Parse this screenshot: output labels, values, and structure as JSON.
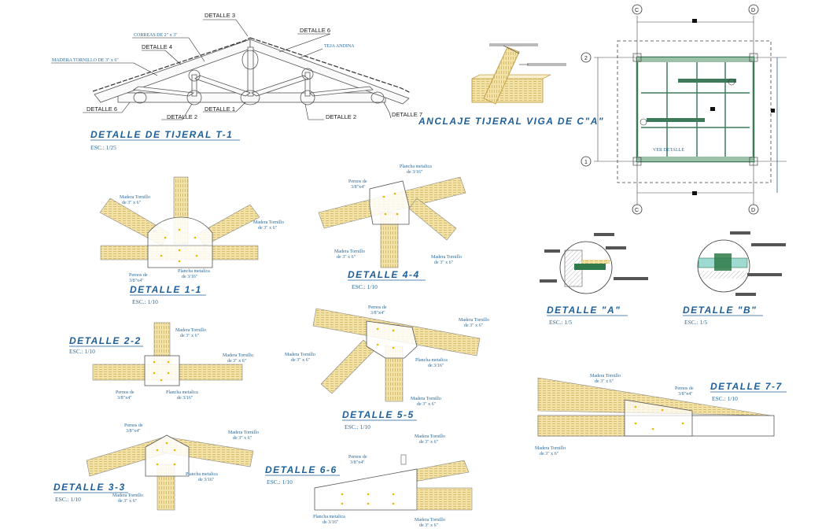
{
  "truss": {
    "labels": {
      "detalle3": "DETALLE 3",
      "correas": "CORREAS DE 2\" x 3\"",
      "detalle6_top": "DETALLE 6",
      "detalle4": "DETALLE 4",
      "teja": "TEJA ANDINA",
      "madera": "MADERA TORNILLO DE 3\" x 6\"",
      "detalle6_left": "DETALLE 6",
      "detalle2_left": "DETALLE 2",
      "detalle1": "DETALLE 1",
      "detalle2_right": "DETALLE 2",
      "detalle7": "DETALLE 7"
    },
    "title": "DETALLE DE TIJERAL T-1",
    "scale": "ESC.: 1/25"
  },
  "anclaje": {
    "title": "ANCLAJE TIJERAL VIGA DE C\"A\""
  },
  "plan": {
    "grid_top": [
      "C",
      "D"
    ],
    "grid_bottom": [
      "C",
      "D"
    ],
    "grid_left": [
      "2",
      "1"
    ],
    "ver_detalle": "VER DETALLE"
  },
  "details": {
    "d11": {
      "title": "DETALLE 1-1",
      "scale": "ESC.: 1/10",
      "madera": [
        "Madera Tornillo",
        "de 3\" x 6\""
      ],
      "madera2": [
        "Madera Tornillo",
        "de 3\" x 6\""
      ],
      "pernos": [
        "Pernos de",
        "3/8\"x4\""
      ],
      "plancha": [
        "Plancha metalica",
        "de 3/16\""
      ]
    },
    "d44": {
      "title": "DETALLE 4-4",
      "scale": "ESC.: 1/10",
      "plancha": [
        "Plancha metalica",
        "de 3/16\""
      ],
      "pernos": [
        "Pernos de",
        "3/8\"x4\""
      ],
      "madera": [
        "Madera Tornillo",
        "de 3\" x 6\""
      ],
      "madera2": [
        "Madera Tornillo",
        "de 3\" x 6\""
      ]
    },
    "d22": {
      "title": "DETALLE 2-2",
      "scale": "ESC.: 1/10",
      "madera": [
        "Madera Tornillo",
        "de 3\" x 6\""
      ],
      "madera2": [
        "Madera Tornillo",
        "de 3\" x 6\""
      ],
      "pernos": [
        "Pernos de",
        "3/8\"x4\""
      ],
      "plancha": [
        "Plancha metalica",
        "de 3/16\""
      ]
    },
    "d55": {
      "title": "DETALLE 5-5",
      "scale": "ESC.: 1/10",
      "pernos": [
        "Pernos de",
        "3/8\"x4\""
      ],
      "madera": [
        "Madera Tornillo",
        "de 3\" x 6\""
      ],
      "madera2": [
        "Madera Tornillo",
        "de 3\" x 6\""
      ],
      "plancha": [
        "Plancha metalica",
        "de 3/16\""
      ],
      "madera3": [
        "Madera Tornillo",
        "de 3\" x 6\""
      ]
    },
    "d33": {
      "title": "DETALLE 3-3",
      "scale": "ESC.: 1/10",
      "pernos": [
        "Pernos de",
        "3/8\"x4\""
      ],
      "madera": [
        "Madera Tornillo",
        "de 3\" x 6\""
      ],
      "plancha": [
        "Plancha metalica",
        "de 3/16\""
      ],
      "madera2": [
        "Madera Tornillo",
        "de 3\" x 6\""
      ]
    },
    "d66": {
      "title": "DETALLE 6-6",
      "scale": "ESC.: 1/10",
      "madera": [
        "Madera Tornillo",
        "de 3\" x 6\""
      ],
      "pernos": [
        "Pernos de",
        "3/8\"x4\""
      ],
      "plancha": [
        "Plancha metalica",
        "de 3/16\""
      ],
      "madera2": [
        "Madera Tornillo",
        "de 3\" x 6\""
      ]
    },
    "d77": {
      "title": "DETALLE 7-7",
      "scale": "ESC.: 1/10",
      "madera": [
        "Madera Tornillo",
        "de 3\" x 6\""
      ],
      "pernos": [
        "Pernos de",
        "3/8\"x4\""
      ],
      "madera2": [
        "Madera Tornillo",
        "de 3\" x 6\""
      ]
    },
    "da": {
      "title": "DETALLE \"A\"",
      "scale": "ESC.: 1/5"
    },
    "db": {
      "title": "DETALLE \"B\"",
      "scale": "ESC.: 1/5"
    }
  },
  "colors": {
    "title": "#1e5f99",
    "wood": "#f3e2a6",
    "grain": "#c4a24a",
    "plan_green": "#3d7a5a"
  }
}
